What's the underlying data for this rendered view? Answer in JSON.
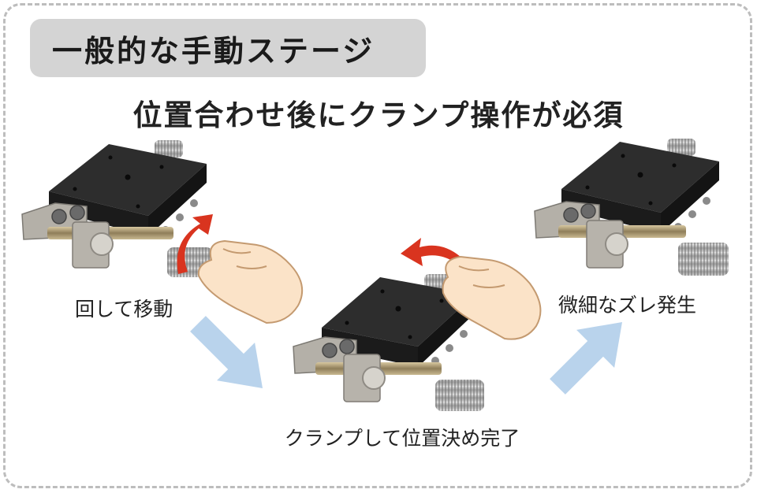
{
  "badge": {
    "title": "一般的な手動ステージ"
  },
  "headline": "位置合わせ後にクランプ操作が必須",
  "steps": [
    {
      "caption": "回して移動"
    },
    {
      "caption": "クランプして位置決め完了"
    },
    {
      "caption": "微細なズレ発生"
    }
  ],
  "colors": {
    "badge_bg": "#d4d4d4",
    "stage_top": "#2b2b2b",
    "clamp_metal": "#b7b3ab",
    "rotate_arrow": "#d9341f",
    "flow_arrow": "#b9d3ec",
    "hand_skin": "#fbe3c8"
  },
  "icons": [
    "rotate-arrow-icon",
    "flow-arrow-icon",
    "hand-icon",
    "stage-image"
  ]
}
